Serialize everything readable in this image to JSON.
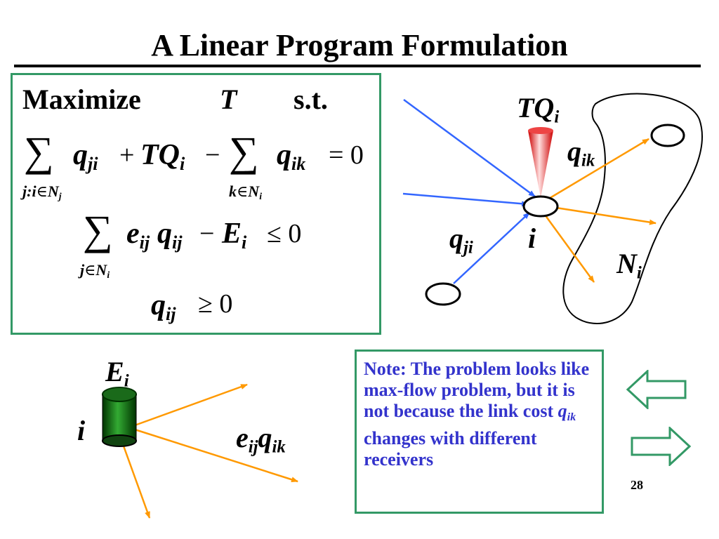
{
  "slide": {
    "title": "A Linear Program Formulation",
    "page_number": "28"
  },
  "lp": {
    "maximize": "Maximize",
    "objective": "T",
    "st": "s.t.",
    "c1": {
      "sum_sym": "∑",
      "q": "q",
      "ji": "ji",
      "plus": "+",
      "TQ": "TQ",
      "i": "i",
      "minus": "−",
      "ik": "ik",
      "eq": "= 0",
      "sub1_j": "j",
      "sub1_colon": ":",
      "sub1_i": "i",
      "sub1_in": "∈",
      "sub1_N": "N",
      "sub1_Nj": "j",
      "sub2_k": "k",
      "sub2_in": "∈",
      "sub2_N": "N",
      "sub2_Ni": "i"
    },
    "c2": {
      "sum_sym": "∑",
      "e": "e",
      "ij": "ij",
      "q": "q",
      "minus": "−",
      "E": "E",
      "i": "i",
      "leq": "≤ 0",
      "sub_j": "j",
      "sub_in": "∈",
      "sub_N": "N",
      "sub_Ni": "i"
    },
    "c3": {
      "q": "q",
      "ij": "ij",
      "geq": "≥ 0"
    }
  },
  "diagram1": {
    "TQ": "TQ",
    "TQ_sub": "i",
    "qik": "q",
    "qik_sub": "ik",
    "qji": "q",
    "qji_sub": "ji",
    "node": "i",
    "N": "N",
    "N_sub": "i"
  },
  "diagram2": {
    "E": "E",
    "E_sub": "i",
    "node": "i",
    "e": "e",
    "e_sub": "ij",
    "q": "q",
    "q_sub": "ik"
  },
  "note": {
    "part1": "Note: The problem looks like max-flow problem, but it is not because the link cost",
    "var": "q",
    "var_sub": "ik",
    "part2": "changes with different receivers"
  },
  "colors": {
    "box_border": "#339966",
    "blue_arrow": "#3366ff",
    "orange_arrow": "#ff9900",
    "note_text": "#3333cc",
    "cone": "#ff3333",
    "battery": "#006600"
  },
  "icons": {
    "prev": "left-arrow-icon",
    "next": "right-arrow-icon"
  }
}
